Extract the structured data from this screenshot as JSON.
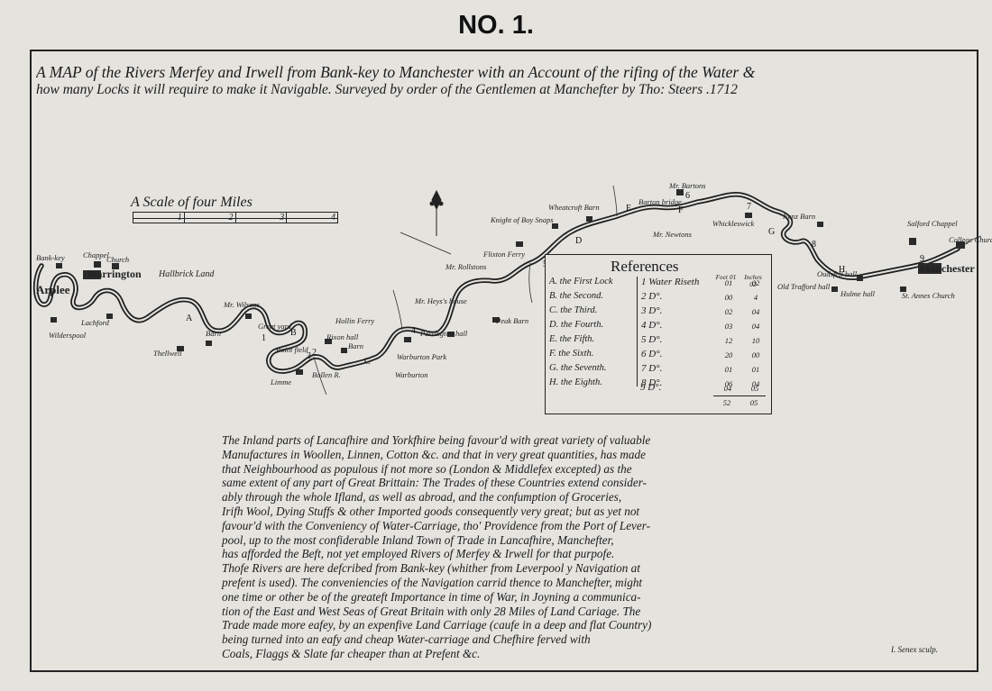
{
  "plate_number": "NO. 1.",
  "title": {
    "line1": "A MAP of the Rivers Merfey and Irwell from Bank-key to Manchester with an Account of the rifing of the Water &",
    "line2": "how many Locks it will require to make it Navigable. Surveyed by order of the Gentlemen at Manchefter by Tho: Steers .1712"
  },
  "scale": {
    "title": "A Scale of four Miles",
    "ticks": [
      "1",
      "2",
      "3",
      "4"
    ]
  },
  "places": {
    "bank_key": "Bank-key",
    "chappel": "Chappel",
    "church": "Church",
    "warrington": "Warrington",
    "arplee": "Arplee",
    "wilderspool": "Wilderspool",
    "hallbrick": "Hallbrick Land",
    "latchford": "Lachford",
    "thelwall": "Thellwell",
    "barn1": "Barn",
    "mr_wilsons": "Mr. Wilsons",
    "greatyard": "Great yard",
    "point_field": "Point field",
    "limme": "Limme",
    "bollen": "Bollen R.",
    "rixon_hall": "Rixon hall",
    "barn2": "Barn",
    "hollin_ferry": "Hollin Ferry",
    "mr_heys": "Mr. Heys's house",
    "partington": "Partington hall",
    "warburton_park": "Warburton Park",
    "warburton": "Warburton",
    "peak_barn": "Peak Barn",
    "flixton_ferry": "Flixton Ferry",
    "mr_rollstons": "Mr. Rollstons",
    "knight": "Knight of Boy Snaps",
    "wheatcroft": "Wheatcroft Barn",
    "barton_bridge": "Barton bridge",
    "mr_bartons": "Mr. Bartons",
    "mr_newtons": "Mr. Newtons",
    "whickleswick": "Whickleswick",
    "nenz_barn": "Nenz Barn",
    "salford": "Salford Chappel",
    "oudsfell": "Oudsfell hall",
    "old_trafford": "Old Trafford hall",
    "hulme": "Hulme hall",
    "manchester": "Manchester",
    "st_annes": "St. Annes Church",
    "college": "College Church"
  },
  "references": {
    "title": "References",
    "col_feet": "Feet 01",
    "col_inches": "Inches 02",
    "rows": [
      {
        "letter": "A. the First Lock",
        "num": "1 Water Riseth",
        "feet": "01",
        "inches": "02"
      },
      {
        "letter": "B. the Second.",
        "num": "2 D°.",
        "feet": "00",
        "inches": "4"
      },
      {
        "letter": "C. the Third.",
        "num": "3 D°.",
        "feet": "02",
        "inches": "04"
      },
      {
        "letter": "D. the Fourth.",
        "num": "4 D°.",
        "feet": "03",
        "inches": "04"
      },
      {
        "letter": "E. the Fifth.",
        "num": "5 D°.",
        "feet": "12",
        "inches": "10"
      },
      {
        "letter": "F. the Sixth.",
        "num": "6 D°.",
        "feet": "20",
        "inches": "00"
      },
      {
        "letter": "G. the Seventh.",
        "num": "7 D°.",
        "feet": "01",
        "inches": "01"
      },
      {
        "letter": "H. the Eighth.",
        "num": "8 D°.",
        "feet": "06",
        "inches": "04"
      },
      {
        "letter": "",
        "num": "9 D°.",
        "feet": "04",
        "inches": "05"
      }
    ],
    "total_feet": "52",
    "total_inches": "05"
  },
  "description": [
    "The Inland parts of Lancafhire and Yorkfhire being favour'd with great variety of valuable",
    "Manufactures in Woollen, Linnen, Cotton &c. and that in very great quantities, has made",
    "that Neighbourhood as populous if not more so (London & Middlefex excepted) as the",
    "same extent of any part of Great Brittain: The Trades of these Countries extend consider-",
    "ably through the whole Ifland, as well as abroad, and the confumption of Groceries,",
    "Irifh Wool, Dying Stuffs & other Imported goods consequently very great; but as yet not",
    "favour'd with the Conveniency of Water-Carriage, tho' Providence from the Port of Lever-",
    "pool, up to the most confiderable Inland Town of Trade in Lancafhire, Manchefter,",
    "has afforded the Beft, not yet employed Rivers of Merfey & Irwell for that purpofe.",
    "Thofe Rivers are here defcribed from Bank-key (whither from Leverpool y Navigation at",
    "prefent is used). The conveniencies of the Navigation carrid thence to Manchefter, might",
    "one time or other be of the greateft Importance in time of War, in Joyning a communica-",
    "tion of the East and West Seas of Great Britain with only 28 Miles of Land Cariage. The",
    "Trade made more eafey, by an expenfive Land Carriage (caufe in a deep and flat Country)",
    "being turned into an eafy and cheap Water-carriage and Chefhire ferved with",
    "Coals, Flaggs & Slate far cheaper than at Prefent &c."
  ],
  "engraver": "I. Senex sculp."
}
